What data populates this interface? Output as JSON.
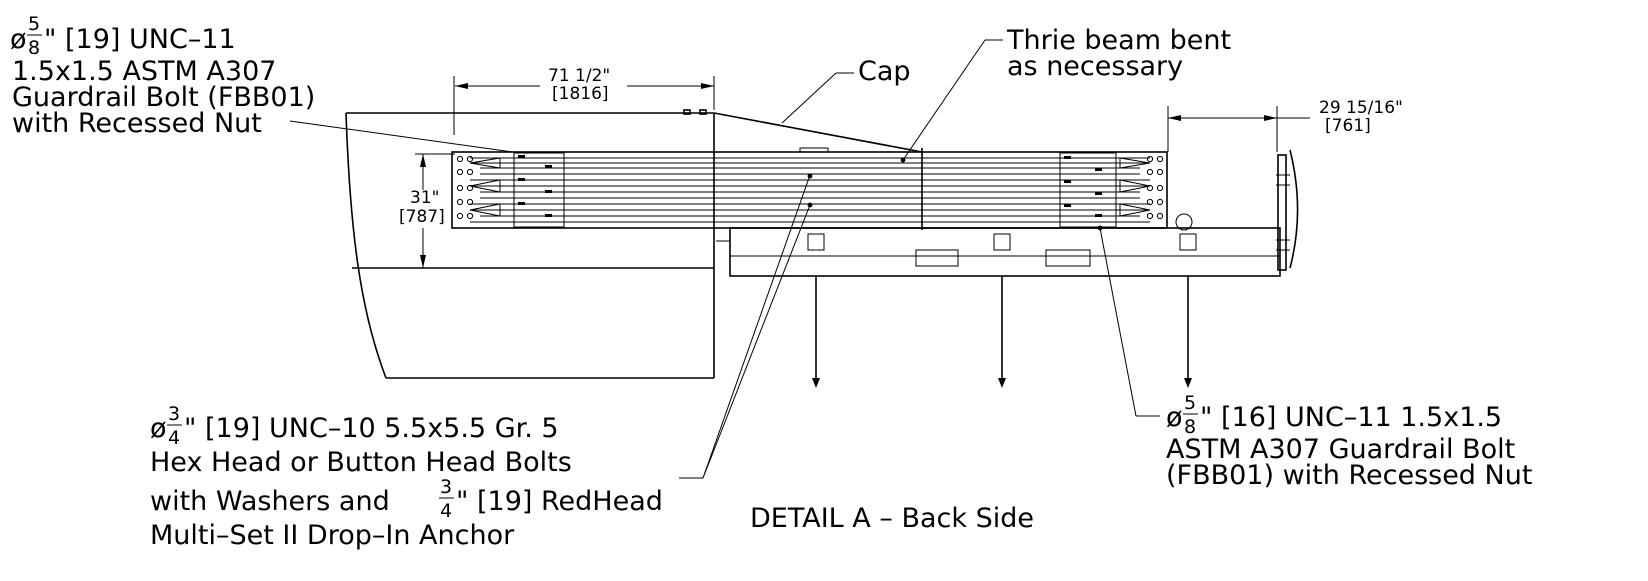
{
  "labels": {
    "top_left_bolt": {
      "dia_symbol": "ø",
      "frac_num": "5",
      "frac_den": "8",
      "line1_rest": "\" [19] UNC–11",
      "line2": "1.5x1.5 ASTM A307",
      "line3": "Guardrail Bolt (FBB01)",
      "line4": "with Recessed Nut"
    },
    "dim_width": {
      "inch": "71 1/2\"",
      "mm": "[1816]"
    },
    "cap": "Cap",
    "thrie_beam": {
      "line1": "Thrie beam bent",
      "line2": "as necessary"
    },
    "dim_right": {
      "inch": "29 15/16\"",
      "mm": "[761]"
    },
    "dim_height": {
      "inch": "31\"",
      "mm": "[787]"
    },
    "bottom_left_bolt": {
      "dia_symbol": "ø",
      "frac_num": "3",
      "frac_den": "4",
      "line1_rest": "\" [19] UNC–10 5.5x5.5 Gr. 5",
      "line2": "Hex Head or Button Head Bolts",
      "line3_pre": "with Washers and",
      "line3_frac_num": "3",
      "line3_frac_den": "4",
      "line3_post": "\" [19] RedHead",
      "line4": "Multi–Set II Drop–In Anchor"
    },
    "detail_title": "DETAIL A – Back Side",
    "right_bolt": {
      "dia_symbol": "ø",
      "frac_num": "5",
      "frac_den": "8",
      "line1_rest": "\" [16] UNC–11 1.5x1.5",
      "line2": "ASTM A307 Guardrail Bolt",
      "line3": "(FBB01) with Recessed Nut"
    }
  }
}
